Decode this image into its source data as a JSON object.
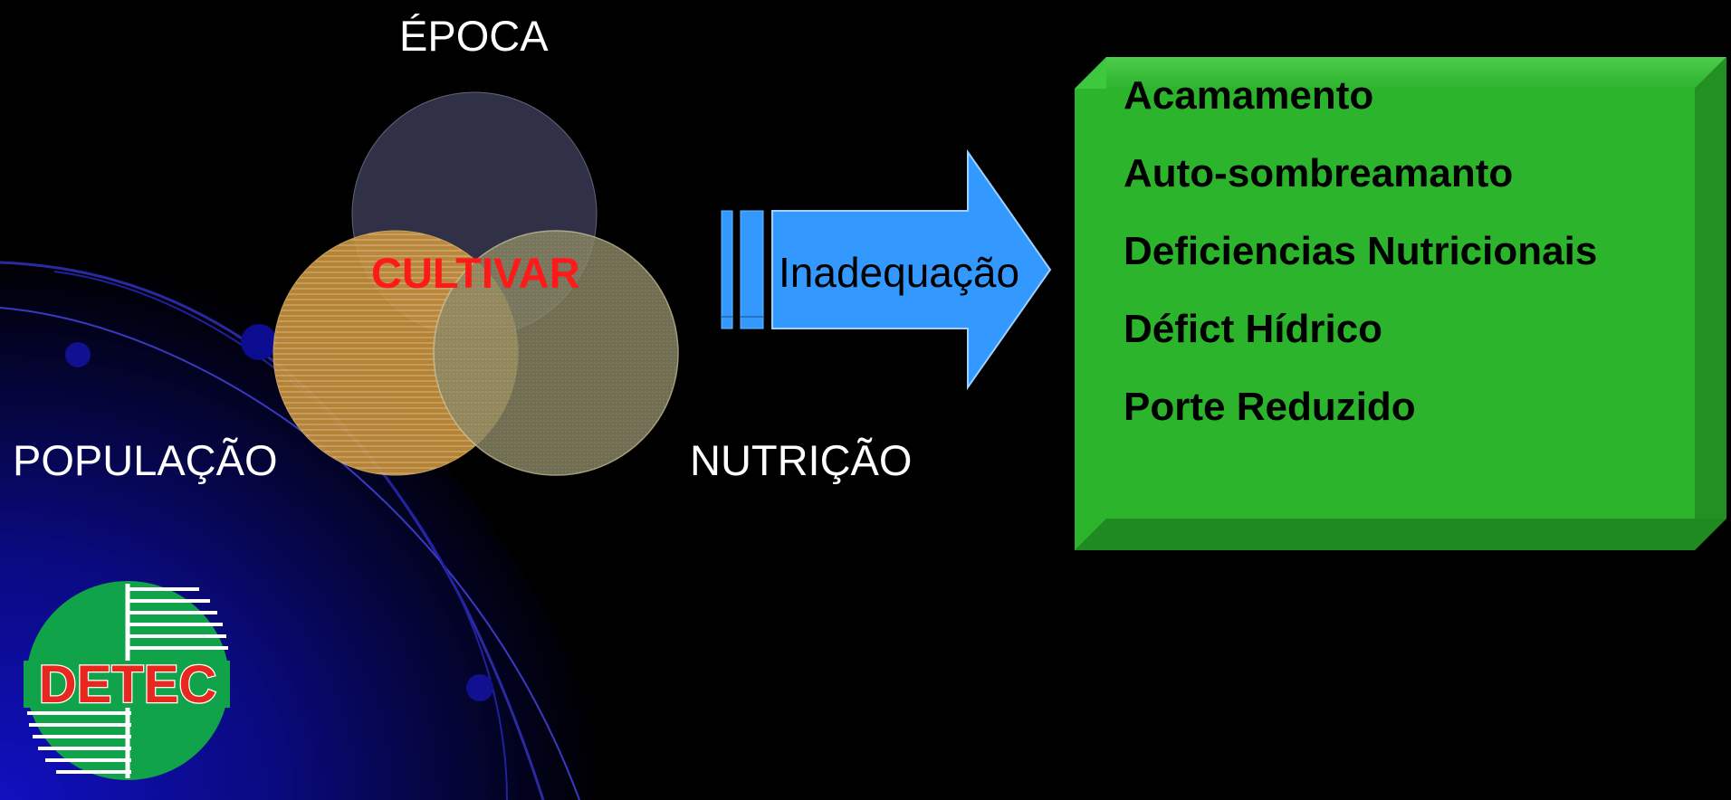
{
  "labels": {
    "epoca": "ÉPOCA",
    "populacao": "POPULAÇÃO",
    "nutricao": "NUTRIÇÃO",
    "cultivar": "CULTIVAR"
  },
  "arrow": {
    "label": "Inadequação"
  },
  "result_box": {
    "items": [
      "Acamamento",
      "Auto-sombreamanto",
      "Deficiencias Nutricionais",
      "Défict Hídrico",
      "Porte Reduzido"
    ]
  },
  "logo": {
    "text": "DETEC"
  },
  "colors": {
    "background": "#000000",
    "circle_top": "#33334a",
    "circle_left": "#c8923c",
    "circle_right": "#8a8664",
    "cultivar_text": "#ff1a1a",
    "arrow": "#3399ff",
    "green_box": "#2db42d",
    "logo_green": "#11a34a",
    "logo_red": "#e8281e"
  }
}
